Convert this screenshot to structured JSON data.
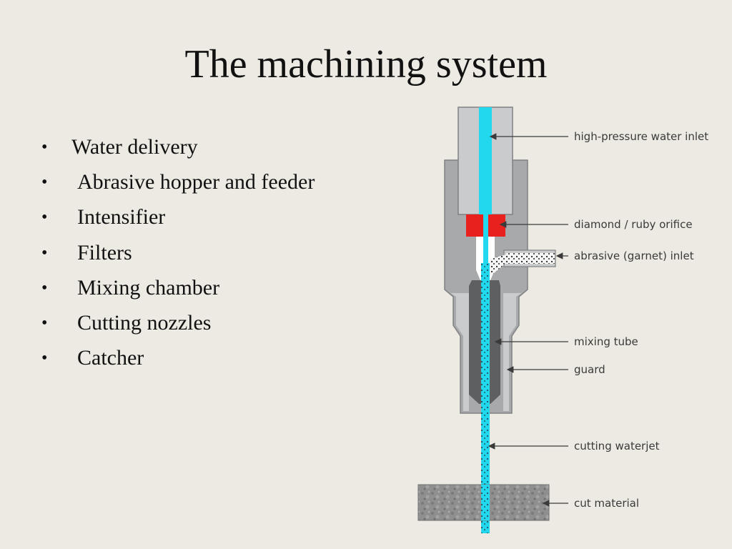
{
  "slide": {
    "title": "The machining system",
    "bullets": [
      "Water delivery",
      "Abrasive hopper and feeder",
      "Intensifier",
      "Filters",
      "Mixing chamber",
      "Cutting nozzles",
      "Catcher"
    ],
    "bullet_glyph": "•"
  },
  "diagram": {
    "callouts": [
      "high-pressure water inlet",
      "diamond / ruby orifice",
      "abrasive (garnet) inlet",
      "mixing tube",
      "guard",
      "cutting waterjet",
      "cut material"
    ]
  },
  "colors": {
    "background": "#ECEAE2",
    "water": "#22D8EE",
    "orifice": "#E8201E",
    "body_gray": "#A7A9AB",
    "inner_gray": "#C9CBCD",
    "mixing_tube": "#5E5F61"
  }
}
